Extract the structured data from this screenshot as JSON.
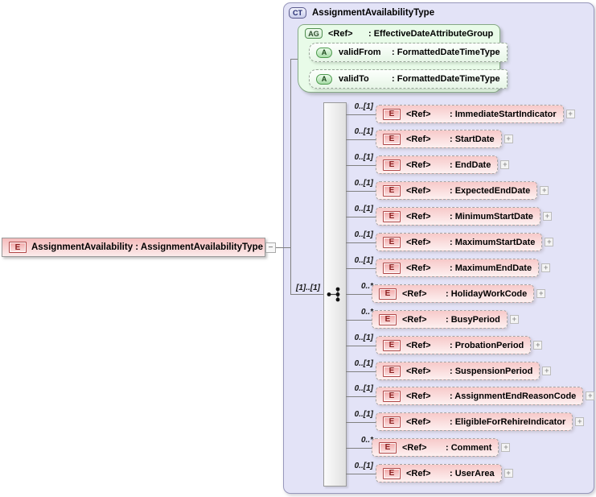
{
  "diagram": {
    "root_element": {
      "badge": "E",
      "label": "AssignmentAvailability : AssignmentAvailabilityType",
      "collapse_glyph": "−"
    },
    "complex_type": {
      "badge": "CT",
      "title": "AssignmentAvailabilityType",
      "expand_glyph": "+",
      "attribute_group": {
        "badge": "AG",
        "ref": "<Ref>",
        "name_label": ": EffectiveDateAttributeGroup",
        "attributes": [
          {
            "badge": "A",
            "name": "validFrom",
            "type_label": ": FormattedDateTimeType"
          },
          {
            "badge": "A",
            "name": "validTo",
            "type_label": ": FormattedDateTimeType"
          }
        ]
      },
      "sequence": {
        "cardinality": "[1]..[1]",
        "icon": "sequence-compositor-icon"
      },
      "elements": [
        {
          "cardinality": "0..[1]",
          "badge": "E",
          "ref": "<Ref>",
          "name_label": ": ImmediateStartIndicator"
        },
        {
          "cardinality": "0..[1]",
          "badge": "E",
          "ref": "<Ref>",
          "name_label": ": StartDate"
        },
        {
          "cardinality": "0..[1]",
          "badge": "E",
          "ref": "<Ref>",
          "name_label": ": EndDate"
        },
        {
          "cardinality": "0..[1]",
          "badge": "E",
          "ref": "<Ref>",
          "name_label": ": ExpectedEndDate"
        },
        {
          "cardinality": "0..[1]",
          "badge": "E",
          "ref": "<Ref>",
          "name_label": ": MinimumStartDate"
        },
        {
          "cardinality": "0..[1]",
          "badge": "E",
          "ref": "<Ref>",
          "name_label": ": MaximumStartDate"
        },
        {
          "cardinality": "0..[1]",
          "badge": "E",
          "ref": "<Ref>",
          "name_label": ": MaximumEndDate"
        },
        {
          "cardinality": "0..*",
          "badge": "E",
          "ref": "<Ref>",
          "name_label": ": HolidayWorkCode"
        },
        {
          "cardinality": "0..*",
          "badge": "E",
          "ref": "<Ref>",
          "name_label": ": BusyPeriod"
        },
        {
          "cardinality": "0..[1]",
          "badge": "E",
          "ref": "<Ref>",
          "name_label": ": ProbationPeriod"
        },
        {
          "cardinality": "0..[1]",
          "badge": "E",
          "ref": "<Ref>",
          "name_label": ": SuspensionPeriod"
        },
        {
          "cardinality": "0..[1]",
          "badge": "E",
          "ref": "<Ref>",
          "name_label": ": AssignmentEndReasonCode"
        },
        {
          "cardinality": "0..[1]",
          "badge": "E",
          "ref": "<Ref>",
          "name_label": ": EligibleForRehireIndicator"
        },
        {
          "cardinality": "0..*",
          "badge": "E",
          "ref": "<Ref>",
          "name_label": ": Comment"
        },
        {
          "cardinality": "0..[1]",
          "badge": "E",
          "ref": "<Ref>",
          "name_label": ": UserArea"
        }
      ]
    },
    "colors": {
      "ct_fill": "#e3e3f7",
      "group_fill": "#e8fbe8",
      "element_fill": "#f7c9c9",
      "badge_e_border": "#b04545",
      "badge_a_border": "#4d9a4d",
      "connector_line": "#808080"
    }
  }
}
